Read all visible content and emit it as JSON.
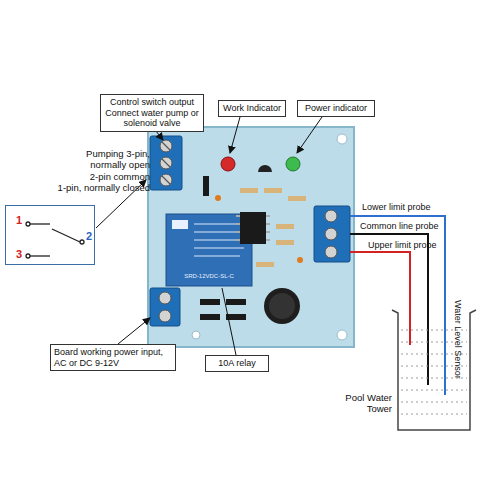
{
  "diagram": {
    "nodes": [
      {
        "text": [
          "Control switch output Connect water pump or solenoid valve"
        ]
      },
      {
        "text": [
          "Work Indicator"
        ]
      },
      {
        "text": [
          "Power indicator"
        ]
      },
      {
        "text": [
          "1",
          "2",
          "3"
        ]
      },
      {
        "text": [
          "Board working power input, AC or DC 9-12V"
        ]
      },
      {
        "text": [
          "10A relay"
        ]
      }
    ],
    "labels": [
      "Pumping 3-pin, normally open",
      "2-pin common",
      "1-pin, normally closed",
      "SRD-12VDC-SL-C",
      "Lower limit probe",
      "Common line probe",
      "Upper limit probe",
      "Pool Water Tower",
      "Water Level Sensor"
    ]
  }
}
